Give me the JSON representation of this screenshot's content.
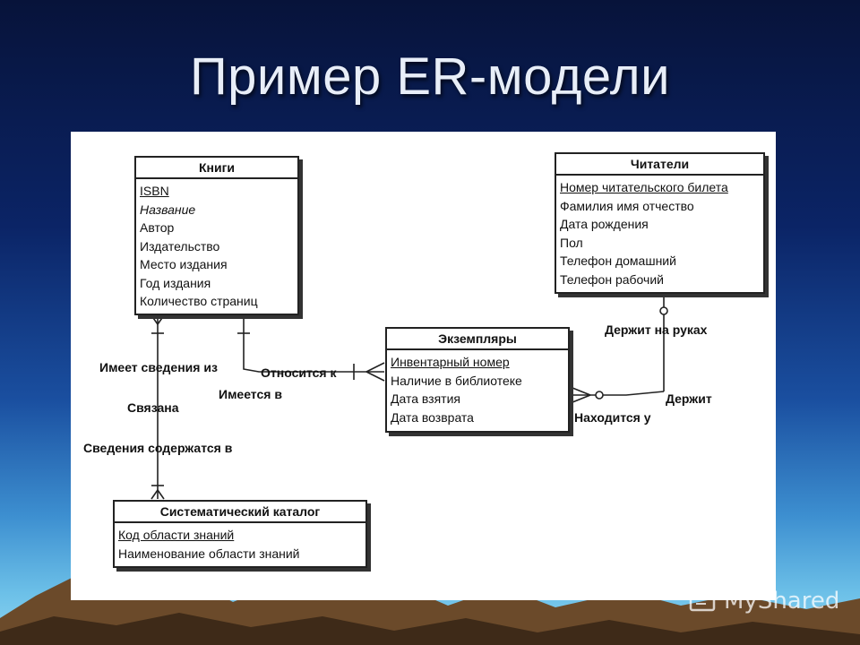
{
  "slide": {
    "title": "Пример ER-модели"
  },
  "entities": {
    "books": {
      "title": "Книги",
      "attributes": [
        "ISBN",
        "Название",
        "Автор",
        "Издательство",
        "Место издания",
        "Год издания",
        "Количество страниц"
      ]
    },
    "readers": {
      "title": "Читатели",
      "attributes": [
        "Номер читательского билета",
        "Фамилия имя отчество",
        "Дата рождения",
        "Пол",
        "Телефон домашний",
        "Телефон рабочий"
      ]
    },
    "copies": {
      "title": "Экземпляры",
      "attributes": [
        "Инвентарный номер",
        "Наличие в библиотеке",
        "Дата взятия",
        "Дата возврата"
      ]
    },
    "catalog": {
      "title": "Систематический каталог",
      "attributes": [
        "Код области знаний",
        "Наименование области знаний"
      ]
    }
  },
  "relationships": {
    "has_info_from": "Имеет сведения из",
    "linked": "Связана",
    "info_contained_in": "Сведения содержатся в",
    "belongs_to": "Относится к",
    "exists_in": "Имеется в",
    "holds_in_hands": "Держит на руках",
    "holds": "Держит",
    "located_at": "Находится у"
  },
  "watermark": {
    "text": "MyShared"
  }
}
